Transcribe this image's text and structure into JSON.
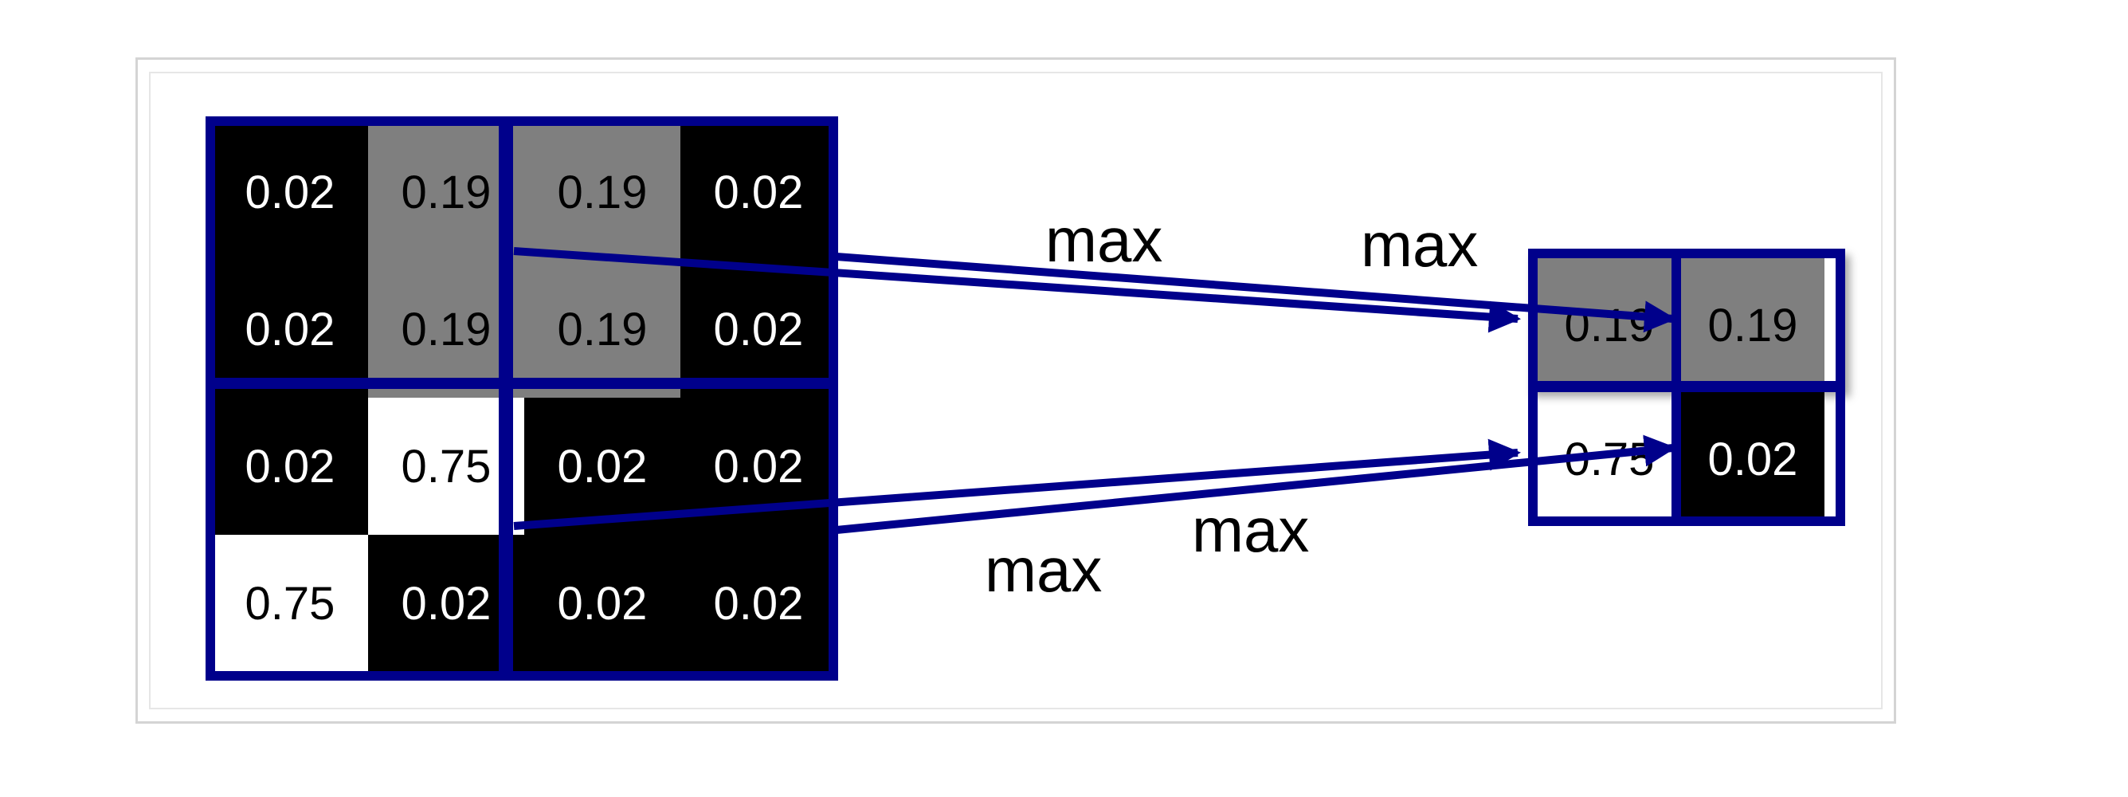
{
  "colors": {
    "pool_box": "#00008b",
    "cell_black": "#000000",
    "cell_gray": "#7f7f7f",
    "cell_white": "#ffffff"
  },
  "input_grid": [
    [
      {
        "value": "0.02",
        "tone": "black"
      },
      {
        "value": "0.19",
        "tone": "gray"
      },
      {
        "value": "0.19",
        "tone": "gray"
      },
      {
        "value": "0.02",
        "tone": "black"
      }
    ],
    [
      {
        "value": "0.02",
        "tone": "black"
      },
      {
        "value": "0.19",
        "tone": "gray"
      },
      {
        "value": "0.19",
        "tone": "gray"
      },
      {
        "value": "0.02",
        "tone": "black"
      }
    ],
    [
      {
        "value": "0.02",
        "tone": "black"
      },
      {
        "value": "0.75",
        "tone": "white"
      },
      {
        "value": "0.02",
        "tone": "black"
      },
      {
        "value": "0.02",
        "tone": "black"
      }
    ],
    [
      {
        "value": "0.75",
        "tone": "white"
      },
      {
        "value": "0.02",
        "tone": "black"
      },
      {
        "value": "0.02",
        "tone": "black"
      },
      {
        "value": "0.02",
        "tone": "black"
      }
    ]
  ],
  "output_grid": [
    [
      {
        "value": "0.19",
        "tone": "gray"
      },
      {
        "value": "0.19",
        "tone": "gray"
      }
    ],
    [
      {
        "value": "0.75",
        "tone": "white"
      },
      {
        "value": "0.02",
        "tone": "black"
      }
    ]
  ],
  "operation_labels": [
    "max",
    "max",
    "max",
    "max"
  ]
}
